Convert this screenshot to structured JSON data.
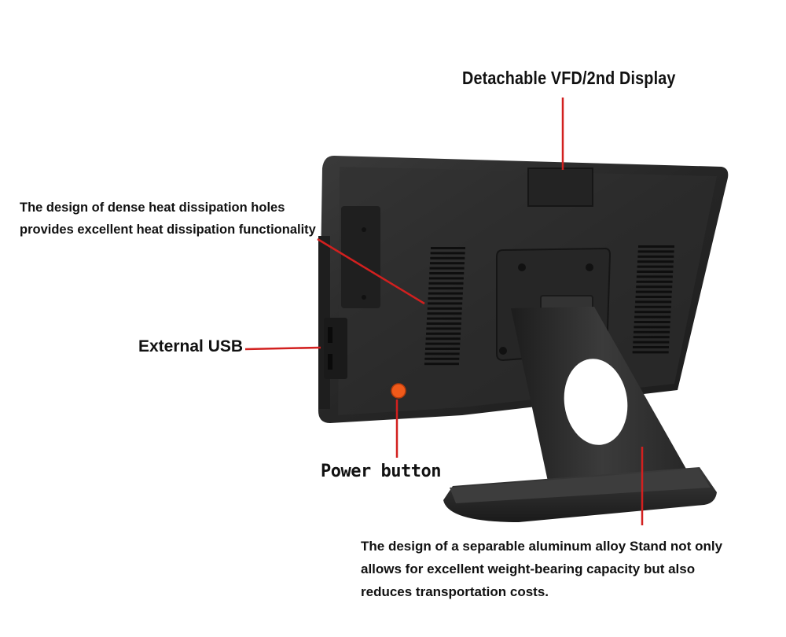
{
  "labels": {
    "vfd": "Detachable VFD/2nd Display",
    "heat_line1": "The design of  dense heat dissipation  holes",
    "heat_line2": "provides  excellent heat dissipation functionality",
    "usb": "External USB",
    "power": "Power button",
    "stand_line1": "The design of  a separable aluminum alloy   Stand not only",
    "stand_line2": "allows for  excellent weight-bearing capacity  but also",
    "stand_line3": "reduces transportation costs."
  },
  "colors": {
    "callout_line": "#d2201f",
    "power_button": "#f05a1a",
    "device_body": "#2b2b2b",
    "background": "#ffffff"
  }
}
